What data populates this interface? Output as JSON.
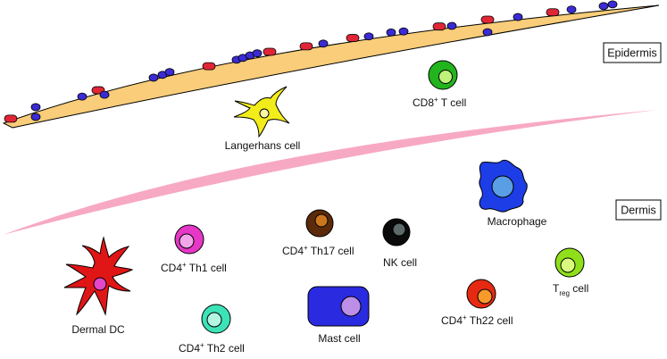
{
  "regions": {
    "epidermis": "Epidermis",
    "dermis": "Dermis"
  },
  "cells": {
    "cd8": "CD8",
    "cd8_sup": "+",
    "cd8_rest": " T cell",
    "langerhans": "Langerhans cell",
    "macrophage": "Macrophage",
    "th17": "CD4",
    "th17_sup": "+",
    "th17_rest": " Th17 cell",
    "nk": "NK cell",
    "th1": "CD4",
    "th1_sup": "+",
    "th1_rest": " Th1 cell",
    "treg": "T",
    "treg_sub": "reg",
    "treg_rest": " cell",
    "dermal_dc": "Dermal DC",
    "mast": "Mast cell",
    "th22": "CD4",
    "th22_sup": "+",
    "th22_rest": " Th22 cell",
    "th2": "CD4",
    "th2_sup": "+",
    "th2_rest": " Th2 cell"
  },
  "colors": {
    "epidermis_band": "#f9cd79",
    "dermis_band": "#f7a9c3",
    "red_granule": "#e02636",
    "blue_granule": "#3a2bd4",
    "cd8_outer": "#22b41d",
    "cd8_inner": "#bff37b",
    "langerhans_outer": "#f2ec1b",
    "langerhans_inner": "#fbf7a8",
    "macrophage_outer": "#1d3ee6",
    "macrophage_inner": "#5a9ee6",
    "th17_outer": "#5a2a0a",
    "th17_inner": "#c9761f",
    "nk_outer": "#0a0a0a",
    "nk_inner": "#5c6a6a",
    "th1_outer": "#e637c6",
    "th1_inner": "#f3a5ea",
    "treg_outer": "#8fe01a",
    "treg_inner": "#d9fb7d",
    "dc_outer": "#e01515",
    "dc_inner": "#e447c9",
    "mast_outer": "#2a2ae0",
    "mast_inner": "#bd8ee8",
    "th22_outer": "#e62a12",
    "th22_inner": "#f79a2a",
    "th2_outer": "#3ce3b6",
    "th2_inner": "#b4f5e3"
  }
}
